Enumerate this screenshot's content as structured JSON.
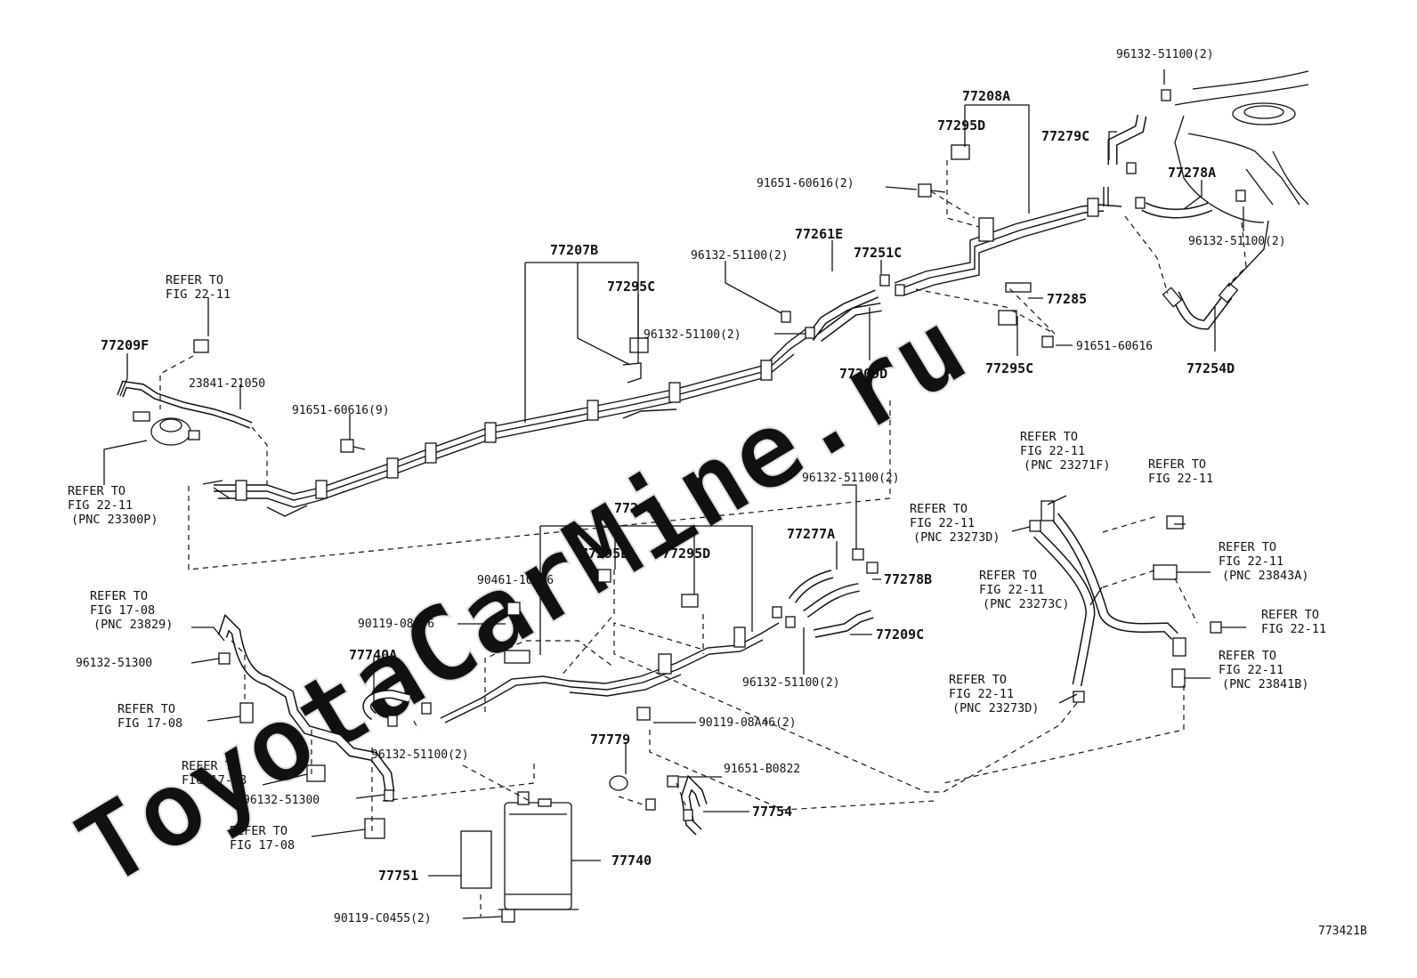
{
  "watermark": "ToyotaCarMine.ru",
  "figure_code": "773421B",
  "parts": {
    "p77208A": "77208A",
    "p77295D_top": "77295D",
    "p77279C": "77279C",
    "p96132_51100_topright": "96132-51100(2)",
    "p77278A": "77278A",
    "p96132_51100_right": "96132-51100(2)",
    "p91651_60616_2": "91651-60616(2)",
    "p77261E": "77261E",
    "p77251C": "77251C",
    "p96132_51100_mid1": "96132-51100(2)",
    "p77207B": "77207B",
    "p77295C_left": "77295C",
    "p96132_51100_mid2": "96132-51100(2)",
    "p77209D": "77209D",
    "p77285": "77285",
    "p77295C_right": "77295C",
    "p91651_60616": "91651-60616",
    "p77254D": "77254D",
    "p77209F": "77209F",
    "p23841_21050": "23841-21050",
    "p91651_60616_9": "91651-60616(9)",
    "p96132_51100_ctr": "96132-51100(2)",
    "p77205A": "77205A",
    "p77277A": "77277A",
    "p77278B": "77278B",
    "p77209C": "77209C",
    "p96132_51100_low": "96132-51100(2)",
    "p77295E": "77295E",
    "p77295D_low": "77295D",
    "p90461_10616": "90461-10616",
    "p90119_08A46": "90119-08A46",
    "p90119_08A46_2": "90119-08A46(2)",
    "p77740A": "77740A",
    "p96132_51100_bot": "96132-51100(2)",
    "p77779": "77779",
    "p91651_B0822": "91651-B0822",
    "p77754": "77754",
    "p77740": "77740",
    "p77751": "77751",
    "p90119_C0455": "90119-C0455(2)",
    "p96132_51300_a": "96132-51300",
    "p96132_51300_b": "96132-51300"
  },
  "refs": {
    "r_fig2211_top": [
      "REFER TO",
      "FIG 22-11"
    ],
    "r_fig2211_pnc23300P": [
      "REFER TO",
      "FIG 22-11",
      "(PNC 23300P)"
    ],
    "r_fig2211_pnc23271F": [
      "REFER TO",
      "FIG 22-11",
      "(PNC 23271F)"
    ],
    "r_fig2211_right_a": [
      "REFER TO",
      "FIG 22-11"
    ],
    "r_fig2211_pnc23273D_a": [
      "REFER TO",
      "FIG 22-11",
      "(PNC 23273D)"
    ],
    "r_fig2211_pnc23843A": [
      "REFER TO",
      "FIG 22-11",
      "(PNC 23843A)"
    ],
    "r_fig2211_pnc23273C": [
      "REFER TO",
      "FIG 22-11",
      "(PNC 23273C)"
    ],
    "r_fig2211_right_b": [
      "REFER TO",
      "FIG 22-11"
    ],
    "r_fig2211_pnc23841B": [
      "REFER TO",
      "FIG 22-11",
      "(PNC 23841B)"
    ],
    "r_fig2211_pnc23273D_b": [
      "REFER TO",
      "FIG 22-11",
      "(PNC 23273D)"
    ],
    "r_fig1708_pnc23829": [
      "REFER TO",
      "FIG 17-08",
      "(PNC 23829)"
    ],
    "r_fig1708_a": [
      "REFER TO",
      "FIG 17-08"
    ],
    "r_fig1708_b": [
      "REFER TO",
      "FIG 17-08"
    ],
    "r_fig1708_c": [
      "REFER TO",
      "FIG 17-08"
    ]
  }
}
